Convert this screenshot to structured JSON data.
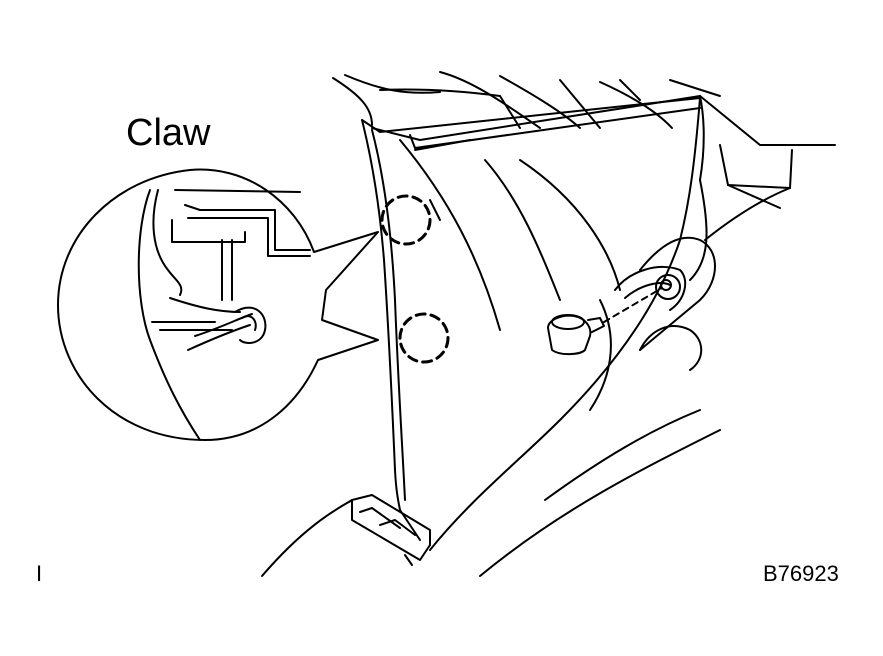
{
  "labels": {
    "callout": "Claw",
    "figure_code": "B76923",
    "corner_mark": "I"
  },
  "colors": {
    "line": "#000000",
    "background": "#ffffff"
  }
}
